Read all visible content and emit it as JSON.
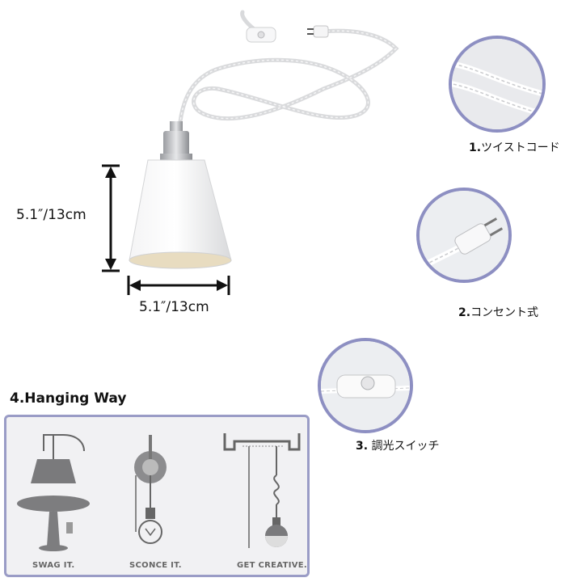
{
  "dimensions": {
    "height_label": "5.1″/13cm",
    "width_label": "5.1″/13cm"
  },
  "features": [
    {
      "number": "1.",
      "label": "ツイストコード",
      "icon": "twisted-cord-icon"
    },
    {
      "number": "2.",
      "label": "コンセント式",
      "icon": "plug-icon"
    },
    {
      "number": "3.",
      "label": "調光スイッチ",
      "icon": "dimmer-switch-icon"
    }
  ],
  "hanging_way": {
    "title": "4.Hanging Way",
    "options": [
      {
        "caption": "SWAG IT.",
        "icon": "swag-lamp-icon"
      },
      {
        "caption": "SCONCE IT.",
        "icon": "sconce-lamp-icon"
      },
      {
        "caption": "GET CREATIVE.",
        "icon": "creative-hang-icon"
      }
    ]
  },
  "colors": {
    "accent_circle": "#8d8fc2",
    "panel_border": "#9a9cc6",
    "lamp_shade": "#ffffff",
    "lamp_interior": "#e8dcc0"
  }
}
